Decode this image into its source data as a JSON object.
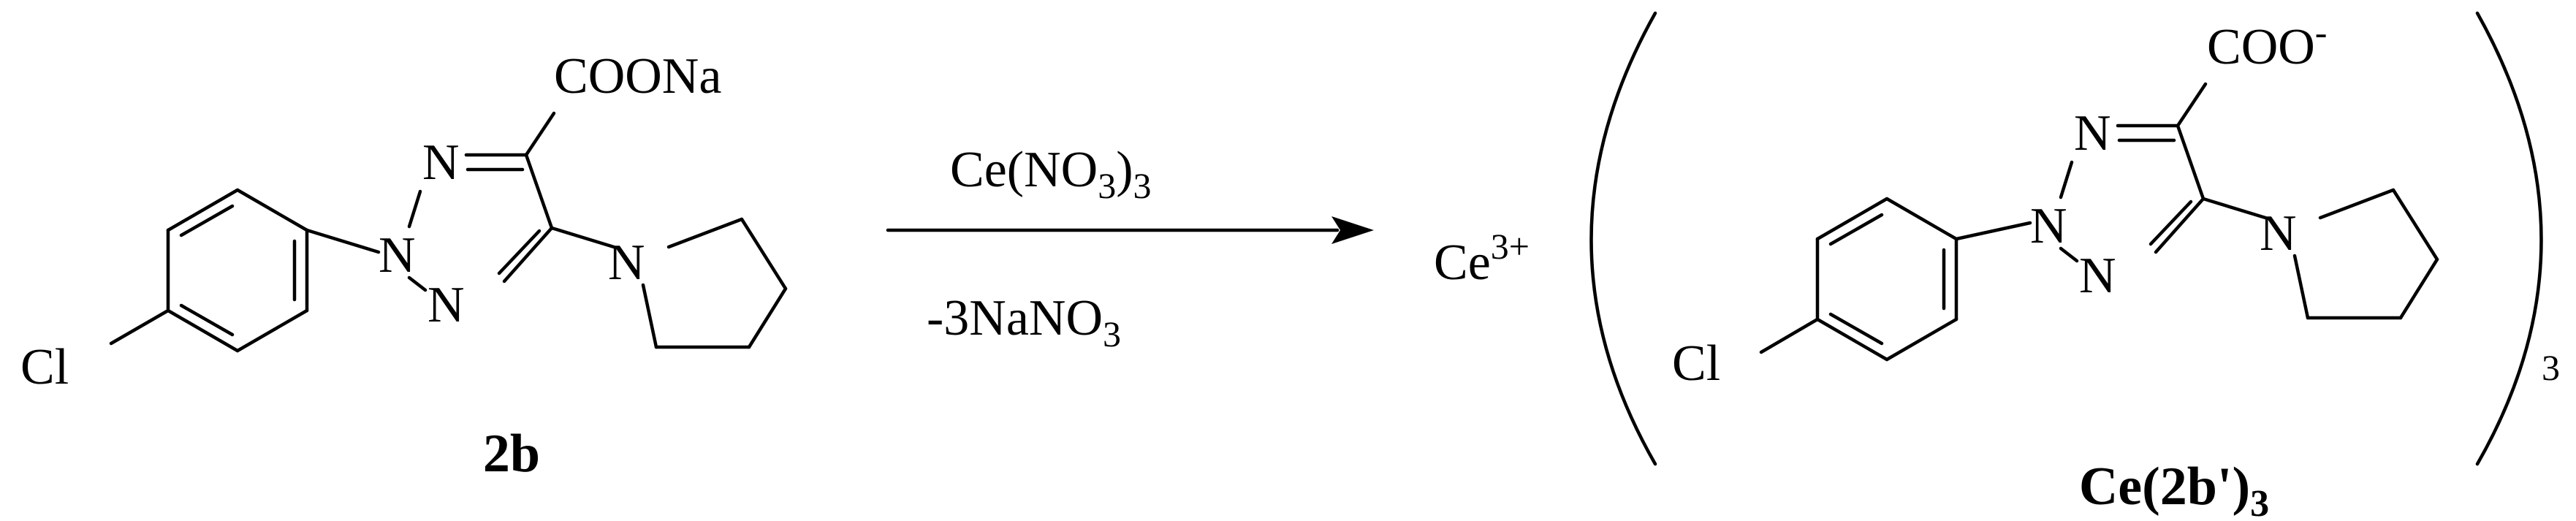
{
  "reactant": {
    "label": "2b",
    "carboxylate_group": "COONa",
    "halogen": "Cl",
    "ring_n_top": "N",
    "ring_n_mid": "N",
    "ring_n_bottom": "N",
    "pyrrolidine_n": "N"
  },
  "reaction": {
    "reagent_main": "Ce(NO",
    "reagent_sub1": "3",
    "reagent_close": ")",
    "reagent_sub2": "3",
    "byproduct_main": "-3NaNO",
    "byproduct_sub": "3"
  },
  "product": {
    "cation": "Ce",
    "cation_charge": "3+",
    "carboxylate_group": "COO",
    "carboxylate_charge": "-",
    "halogen": "Cl",
    "ring_n_top": "N",
    "ring_n_mid": "N",
    "ring_n_bottom": "N",
    "pyrrolidine_n": "N",
    "stoichiometry": "3",
    "label_main": "Ce(2b')",
    "label_sub": "3"
  },
  "colors": {
    "ink": "#000000",
    "background": "#ffffff"
  }
}
